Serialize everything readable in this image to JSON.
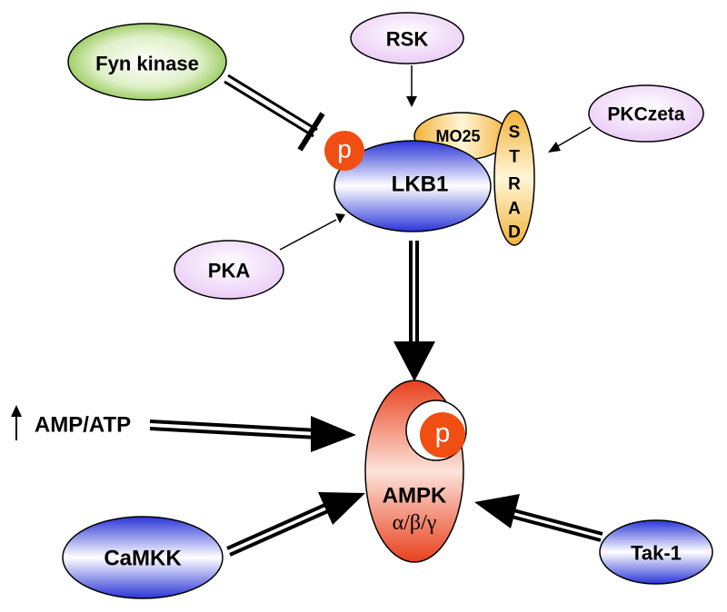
{
  "nodes": {
    "fyn": "Fyn kinase",
    "rsk": "RSK",
    "pkczeta": "PKCzeta",
    "mo25": "MO25",
    "strad": [
      "S",
      "T",
      "R",
      "A",
      "D"
    ],
    "lkb1": "LKB1",
    "lkb1_phospho": "p",
    "pka": "PKA",
    "amp_atp": "AMP/ATP",
    "ampk": "AMPK",
    "ampk_subunits": "α/β/γ",
    "ampk_phospho": "p",
    "camkk": "CaMKK",
    "tak1": "Tak-1"
  },
  "colors": {
    "purple_fill": "#f3e4fa",
    "green_fill": "#8cc63f",
    "orange_fill": "#f5c14a",
    "blue_fill": "#2f3bd6",
    "red_fill": "#e8401c",
    "phospho": "#f04e12"
  }
}
